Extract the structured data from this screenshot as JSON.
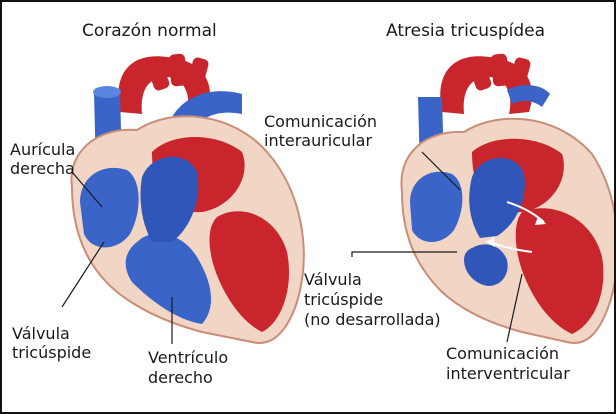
{
  "titles": {
    "normal": "Corazón normal",
    "atresia": "Atresia tricuspídea"
  },
  "labels": {
    "auricula_line1": "Aurícula",
    "auricula_line2": "derecha",
    "valvula_left_line1": "Válvula",
    "valvula_left_line2": "tricúspide",
    "ventriculo_line1": "Ventrículo",
    "ventriculo_line2": "derecho",
    "com_inter_aur_line1": "Comunicación",
    "com_inter_aur_line2": "interauricular",
    "valvula_right_line1": "Válvula",
    "valvula_right_line2": "tricúspide",
    "valvula_right_line3": "(no desarrollada)",
    "com_inter_ven_line1": "Comunicación",
    "com_inter_ven_line2": "interventricular"
  },
  "colors": {
    "blue": "#3a64c8",
    "red": "#c8262c",
    "muscle": "#f1d6c5"
  }
}
